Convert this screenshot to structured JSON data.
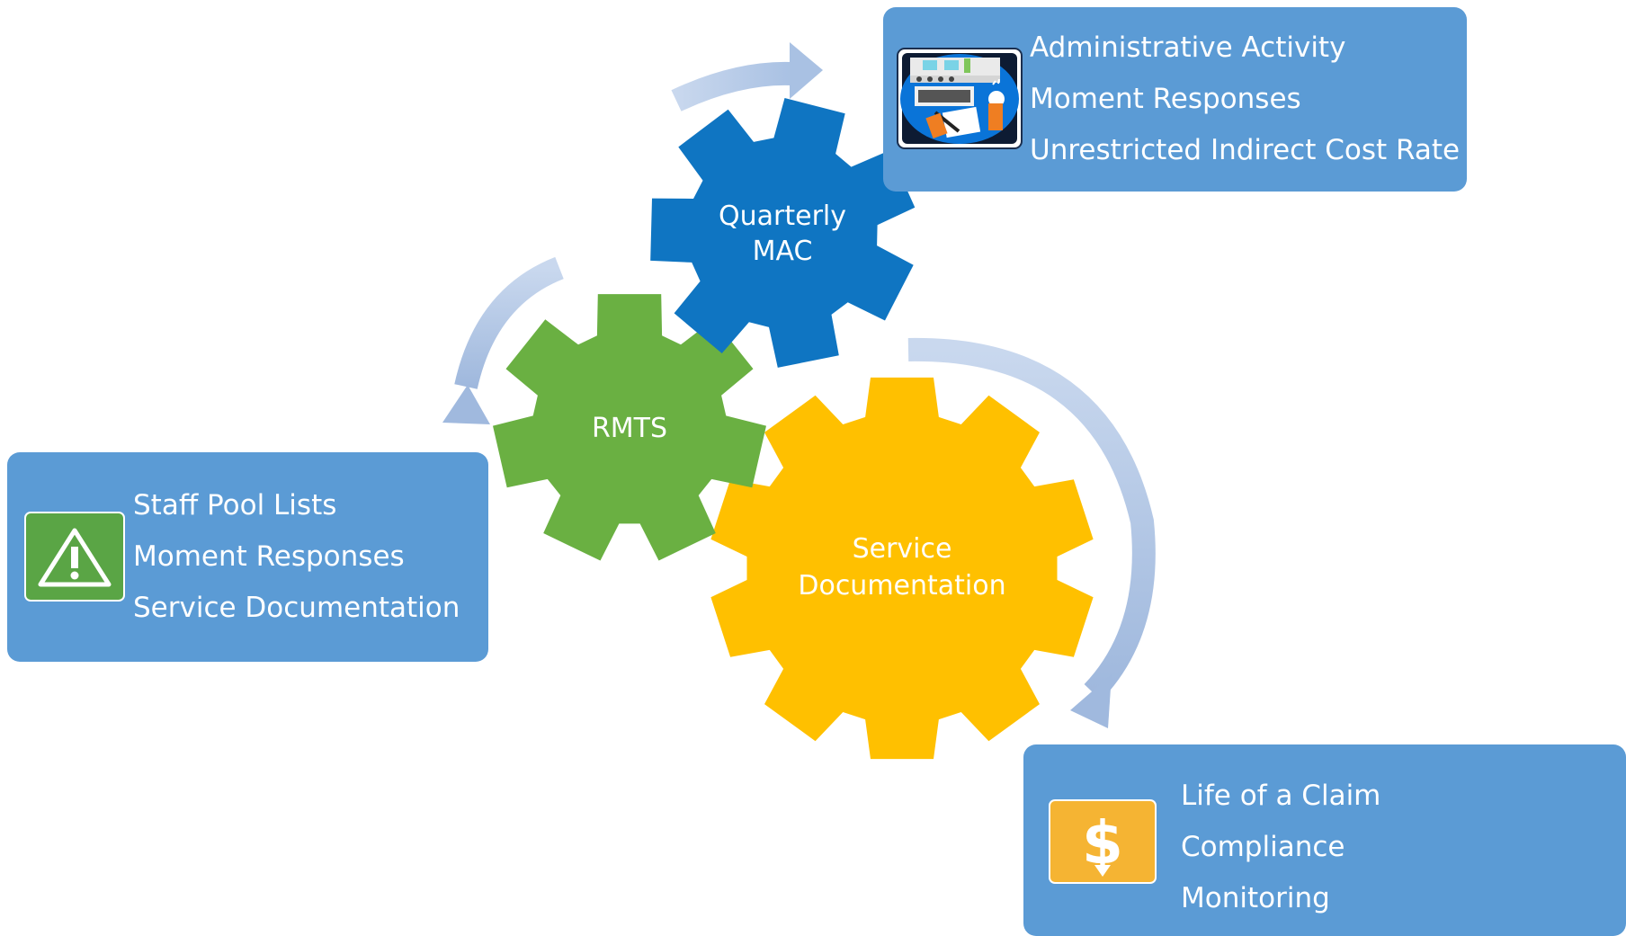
{
  "colors": {
    "box": "#5b9bd5",
    "arrow": "#a6bfe0",
    "mac_gear": "#0f75c2",
    "rmts_gear": "#6ab042",
    "service_gear": "#ffc000",
    "warning_tile": "#5aa545",
    "dollar_tile": "#f5b433",
    "text": "#ffffff"
  },
  "gears": {
    "mac": {
      "line1": "Quarterly",
      "line2": "MAC"
    },
    "rmts": {
      "line1": "RMTS"
    },
    "service": {
      "line1": "Service",
      "line2": "Documentation"
    }
  },
  "boxes": {
    "top": {
      "icon": "computer-worker-icon",
      "items": [
        "Administrative Activity",
        "Moment Responses",
        "Unrestricted Indirect Cost Rate"
      ]
    },
    "left": {
      "icon": "warning-icon",
      "items": [
        "Staff Pool Lists",
        "Moment Responses",
        "Service Documentation"
      ]
    },
    "bottom": {
      "icon": "dollar-icon",
      "items": [
        "Life of a Claim",
        "Compliance",
        "Monitoring"
      ]
    }
  }
}
